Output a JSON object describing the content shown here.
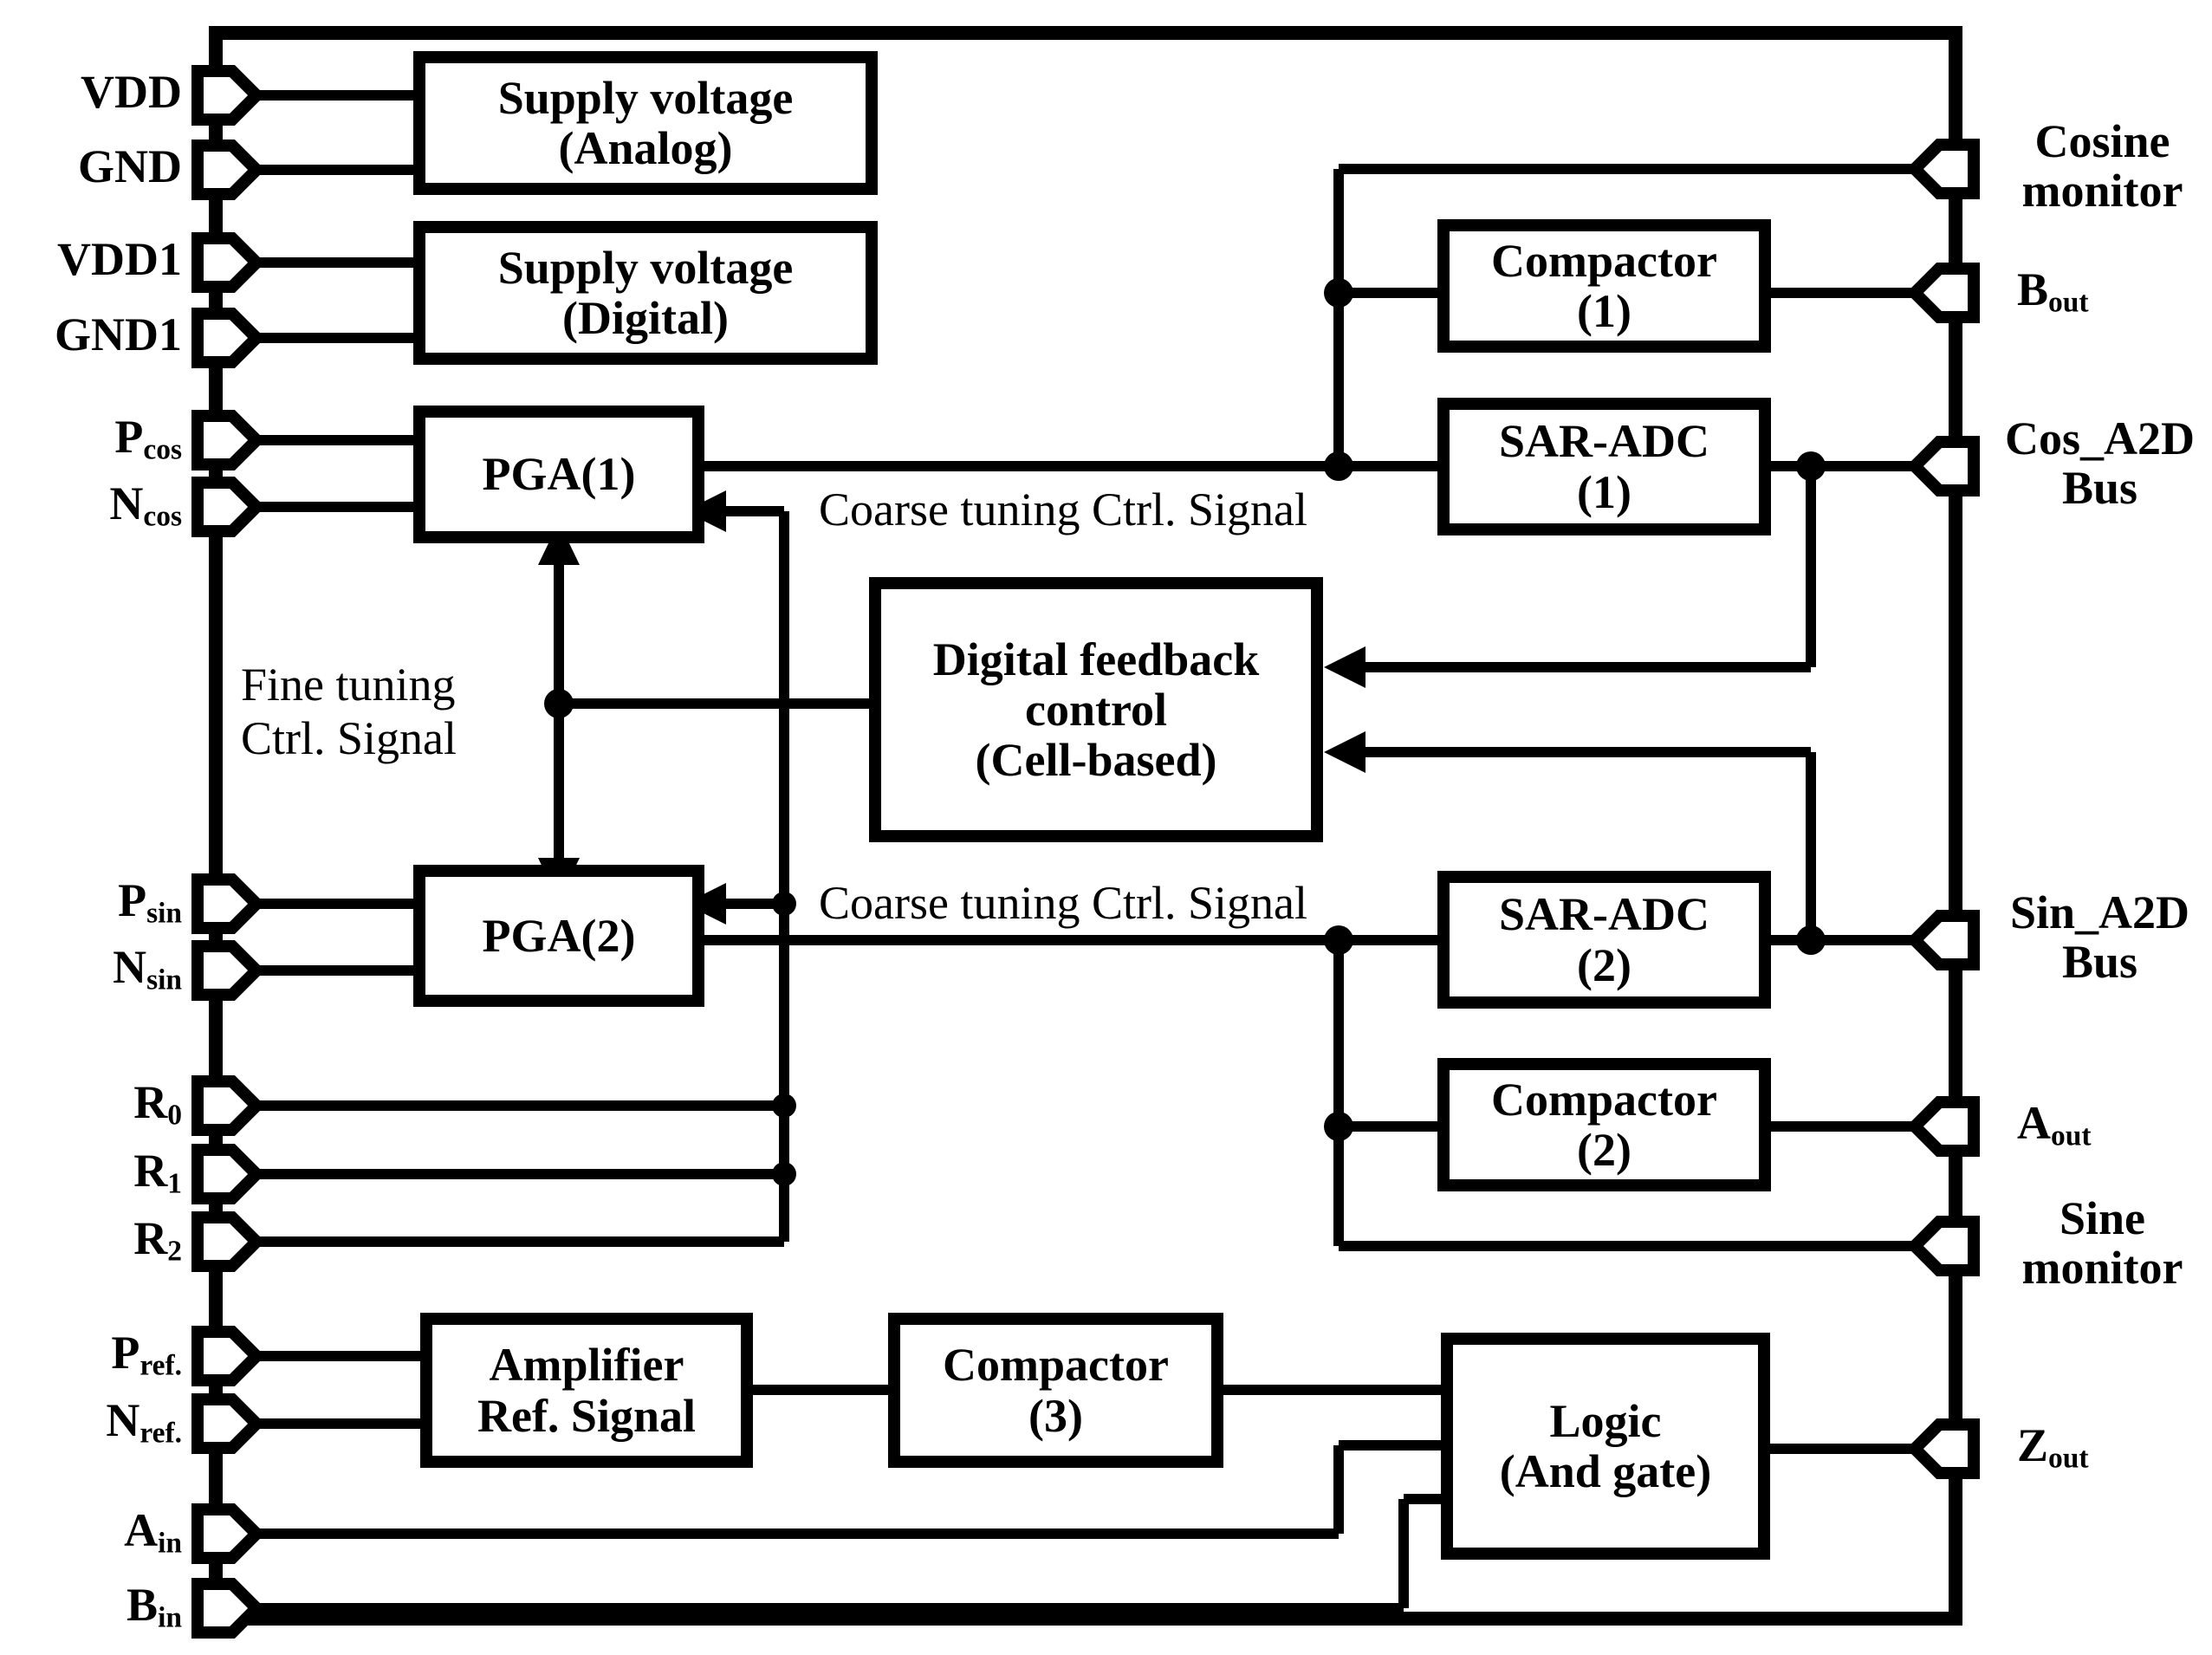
{
  "diagram": {
    "title": "Resolver-to-digital converter chip block diagram",
    "stroke_color": "#000000",
    "background": "#ffffff"
  },
  "blocks": [
    {
      "id": "supply_analog",
      "label": "Supply voltage\n(Analog)",
      "line1": "Supply voltage",
      "line2": "(Analog)"
    },
    {
      "id": "supply_digital",
      "label": "Supply voltage\n(Digital)",
      "line1": "Supply voltage",
      "line2": "(Digital)"
    },
    {
      "id": "pga1",
      "label": "PGA(1)",
      "line1": "PGA(1)",
      "line2": ""
    },
    {
      "id": "pga2",
      "label": "PGA(2)",
      "line1": "PGA(2)",
      "line2": ""
    },
    {
      "id": "dfc",
      "label": "Digital feedback\ncontrol\n(Cell-based)",
      "line1": "Digital feedback",
      "line2": "control",
      "line3": "(Cell-based)"
    },
    {
      "id": "compactor1",
      "label": "Compactor\n(1)",
      "line1": "Compactor",
      "line2": "(1)"
    },
    {
      "id": "compactor2",
      "label": "Compactor\n(2)",
      "line1": "Compactor",
      "line2": "(2)"
    },
    {
      "id": "compactor3",
      "label": "Compactor\n(3)",
      "line1": "Compactor",
      "line2": "(3)"
    },
    {
      "id": "sar_adc1",
      "label": "SAR-ADC\n(1)",
      "line1": "SAR-ADC",
      "line2": "(1)"
    },
    {
      "id": "sar_adc2",
      "label": "SAR-ADC\n(2)",
      "line1": "SAR-ADC",
      "line2": "(2)"
    },
    {
      "id": "amp_ref",
      "label": "Amplifier\nRef. Signal",
      "line1": "Amplifier",
      "line2": "Ref. Signal"
    },
    {
      "id": "logic_and",
      "label": "Logic\n(And gate)",
      "line1": "Logic",
      "line2": "(And gate)"
    }
  ],
  "pins_left": [
    {
      "id": "vdd",
      "base": "VDD",
      "sub": ""
    },
    {
      "id": "gnd",
      "base": "GND",
      "sub": ""
    },
    {
      "id": "vdd1",
      "base": "VDD1",
      "sub": ""
    },
    {
      "id": "gnd1",
      "base": "GND1",
      "sub": ""
    },
    {
      "id": "pcos",
      "base": "P",
      "sub": "cos"
    },
    {
      "id": "ncos",
      "base": "N",
      "sub": "cos"
    },
    {
      "id": "psin",
      "base": "P",
      "sub": "sin"
    },
    {
      "id": "nsin",
      "base": "N",
      "sub": "sin"
    },
    {
      "id": "r0",
      "base": "R",
      "sub": "0"
    },
    {
      "id": "r1",
      "base": "R",
      "sub": "1"
    },
    {
      "id": "r2",
      "base": "R",
      "sub": "2"
    },
    {
      "id": "pref",
      "base": "P",
      "sub": "ref."
    },
    {
      "id": "nref",
      "base": "N",
      "sub": "ref."
    },
    {
      "id": "ain",
      "base": "A",
      "sub": "in"
    },
    {
      "id": "bin",
      "base": "B",
      "sub": "in"
    }
  ],
  "pins_right": [
    {
      "id": "cosine_monitor",
      "line1": "Cosine",
      "line2": "monitor",
      "base": "",
      "sub": ""
    },
    {
      "id": "bout",
      "line1": "",
      "line2": "",
      "base": "B",
      "sub": "out"
    },
    {
      "id": "cos_a2d_bus",
      "line1": "Cos_A2D",
      "line2": "Bus",
      "base": "",
      "sub": ""
    },
    {
      "id": "sin_a2d_bus",
      "line1": "Sin_A2D",
      "line2": "Bus",
      "base": "",
      "sub": ""
    },
    {
      "id": "aout",
      "line1": "",
      "line2": "",
      "base": "A",
      "sub": "out"
    },
    {
      "id": "sine_monitor",
      "line1": "Sine",
      "line2": "monitor",
      "base": "",
      "sub": ""
    },
    {
      "id": "zout",
      "line1": "",
      "line2": "",
      "base": "Z",
      "sub": "out"
    }
  ],
  "annotations": [
    {
      "id": "fine_tuning",
      "line1": "Fine tuning",
      "line2": "Ctrl. Signal"
    },
    {
      "id": "coarse_tuning_1",
      "line1": "Coarse tuning Ctrl. Signal",
      "line2": ""
    },
    {
      "id": "coarse_tuning_2",
      "line1": "Coarse tuning Ctrl. Signal",
      "line2": ""
    }
  ]
}
